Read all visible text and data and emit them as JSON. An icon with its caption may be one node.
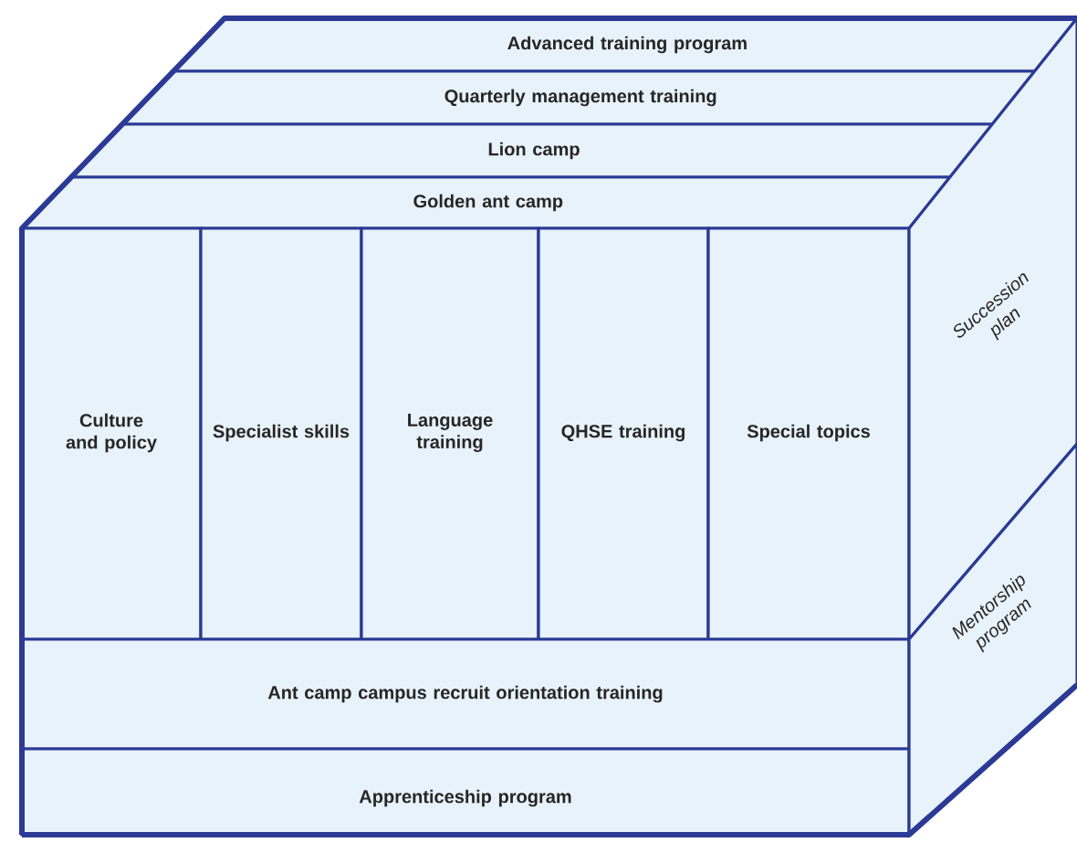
{
  "diagram": {
    "nodes": [
      {
        "text": [
          "Advanced training program"
        ]
      },
      {
        "text": [
          "Quarterly management training"
        ]
      },
      {
        "text": [
          "Lion camp"
        ]
      },
      {
        "text": [
          "Golden ant camp"
        ]
      },
      {
        "text": [
          "Culture and policy"
        ]
      },
      {
        "text": [
          "Specialist skills"
        ]
      },
      {
        "text": [
          "Language training"
        ]
      },
      {
        "text": [
          "QHSE training"
        ]
      },
      {
        "text": [
          "Special topics"
        ]
      },
      {
        "text": [
          "Ant camp campus recruit orientation training"
        ]
      },
      {
        "text": [
          "Apprenticeship program"
        ]
      },
      {
        "text": [
          "Succession plan"
        ]
      },
      {
        "text": [
          "Mentorship program"
        ]
      }
    ]
  }
}
